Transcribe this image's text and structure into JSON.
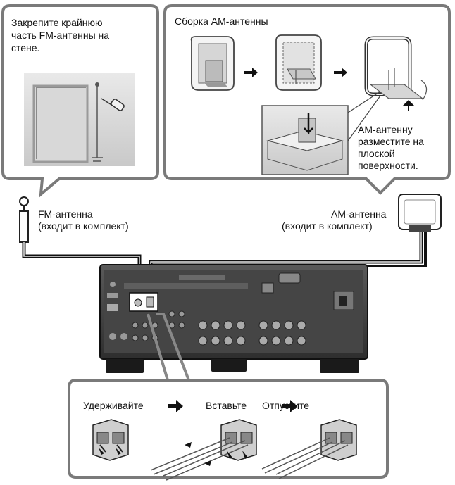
{
  "fm_panel": {
    "lines": [
      "Закрепите крайнюю",
      "часть FM-антенны на",
      "стене."
    ]
  },
  "am_panel": {
    "title": "Сборка АМ-антенны",
    "note_lines": [
      "AM-антенну",
      "разместите на",
      "плоской",
      "поверхности."
    ]
  },
  "fm_antenna": {
    "label_lines": [
      "FM-антенна",
      "(входит в комплект)"
    ]
  },
  "am_antenna": {
    "label_lines": [
      "AM-антенна",
      "(входит в комплект)"
    ]
  },
  "steps": {
    "hold": "Удерживайте",
    "insert": "Вставьте",
    "release": "Отпустите"
  },
  "colors": {
    "panel_border": "#777777",
    "receiver_body": "#3a3a3a",
    "cable": "#111111"
  }
}
